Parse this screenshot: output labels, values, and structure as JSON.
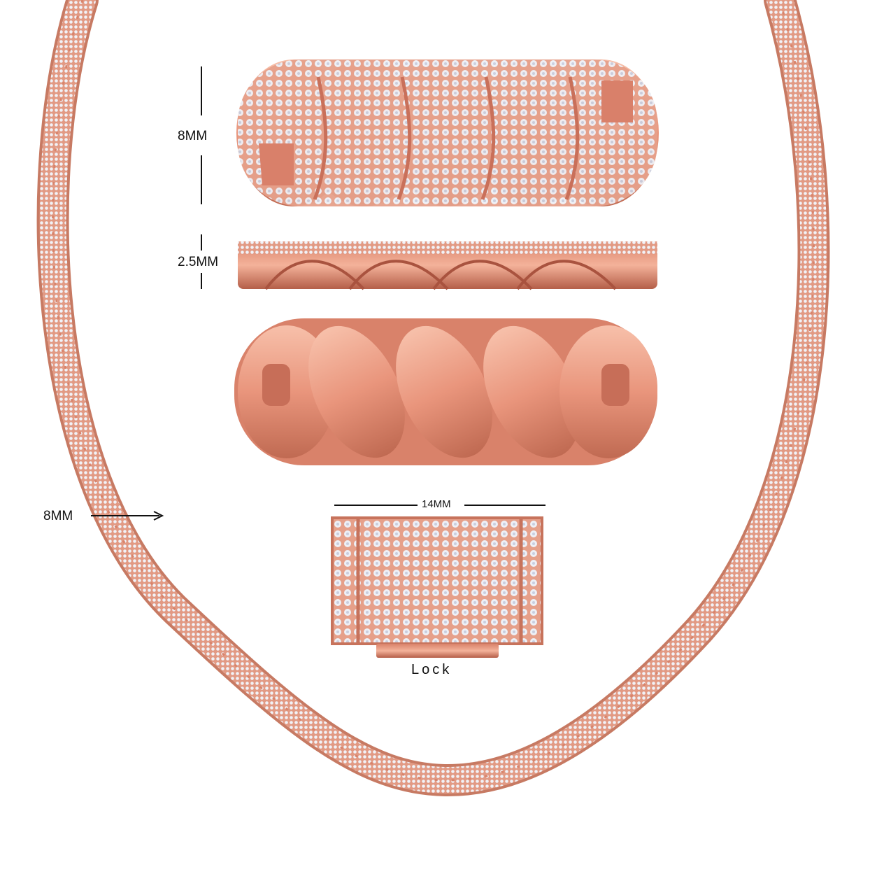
{
  "labels": {
    "link_height": "8MM",
    "link_thickness": "2.5MM",
    "chain_width": "8MM",
    "clasp_width": "14MM",
    "clasp_name": "Lock"
  },
  "colors": {
    "rose_gold": "#e9957c",
    "rose_gold_light": "#f6b9a4",
    "rose_gold_dark": "#b8604a",
    "diamond": "#eef0f6",
    "background": "#ffffff"
  }
}
